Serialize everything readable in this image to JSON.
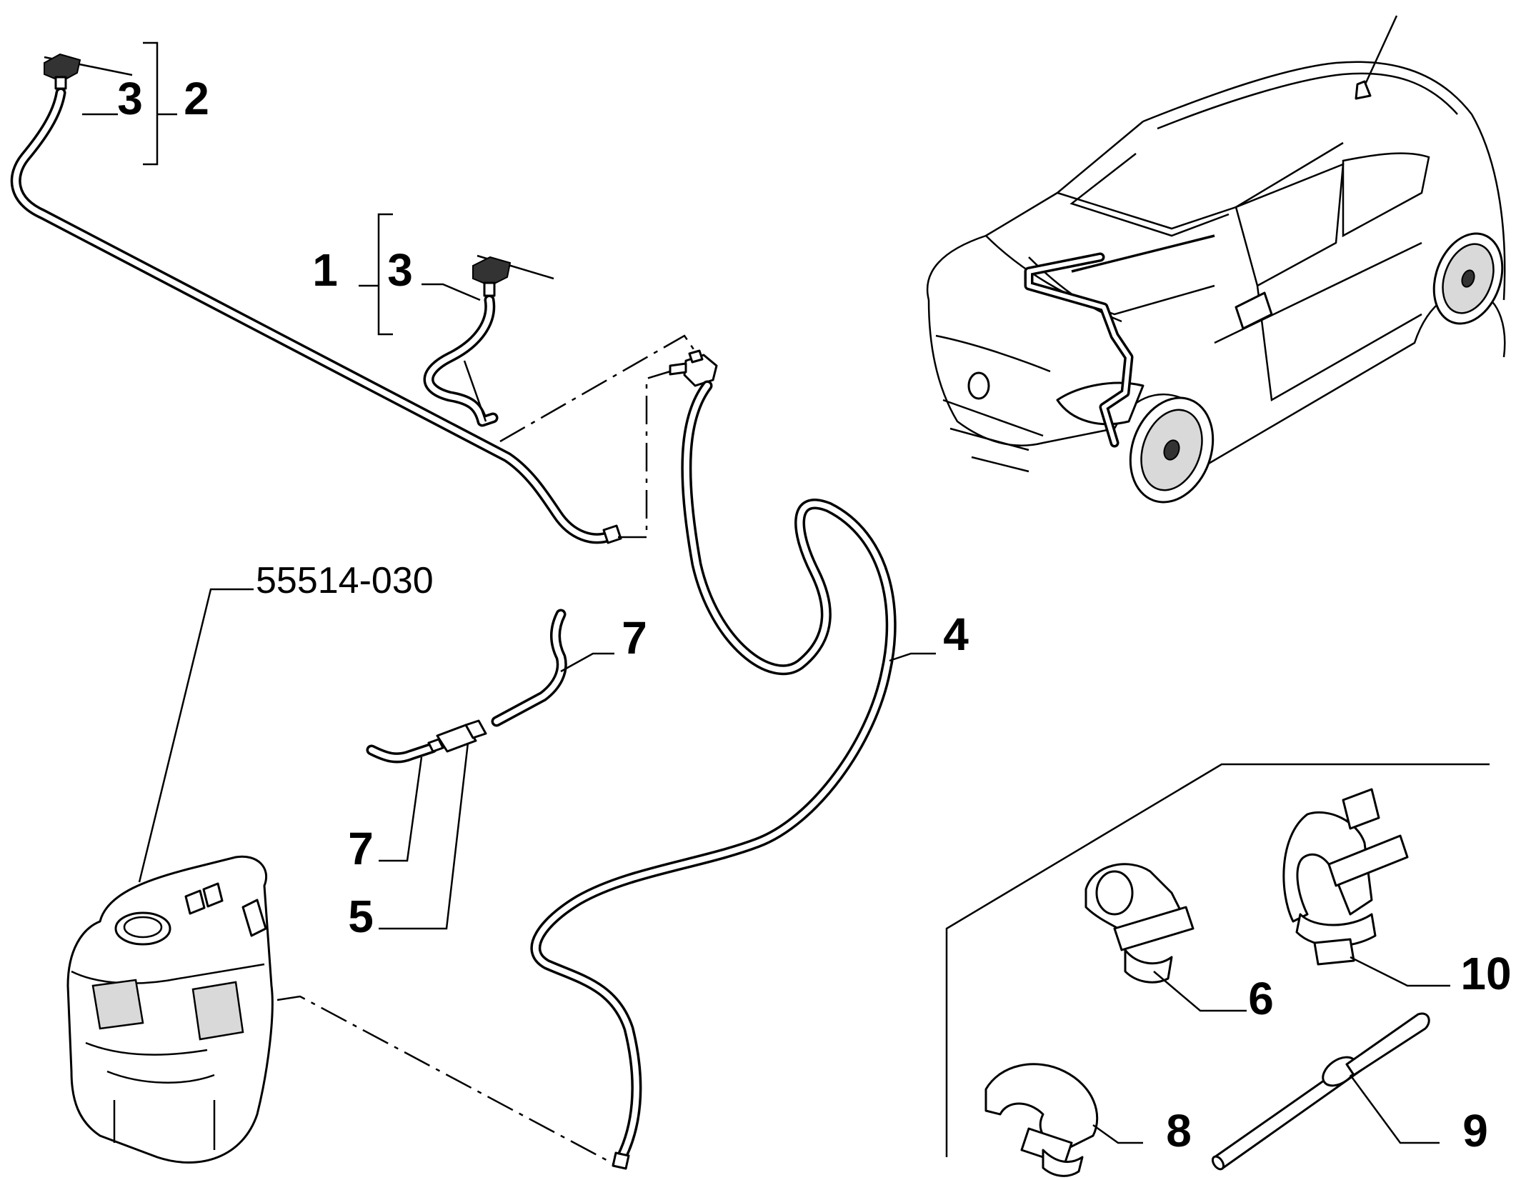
{
  "callouts": {
    "c1": "1",
    "c2": "2",
    "c3a": "3",
    "c3b": "3",
    "c4": "4",
    "c5": "5",
    "c6": "6",
    "c7a": "7",
    "c7b": "7",
    "c8": "8",
    "c9": "9",
    "c10": "10"
  },
  "tank_code": "55514-030"
}
